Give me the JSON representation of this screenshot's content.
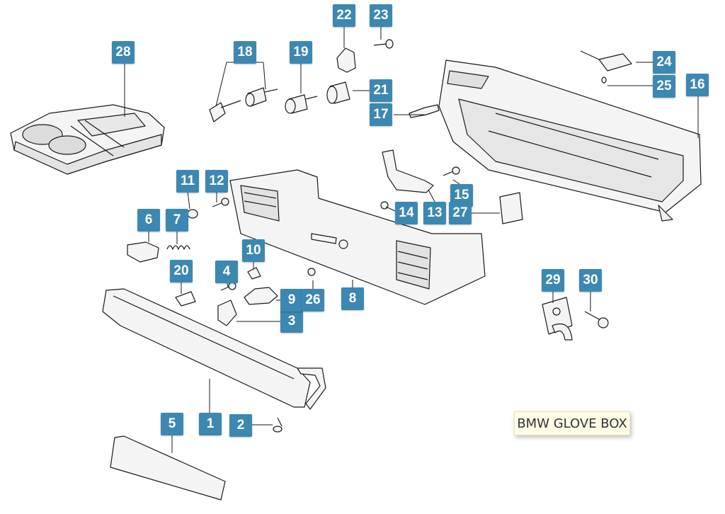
{
  "caption": "BMW GLOVE BOX",
  "colors": {
    "callout_bg": "#3d88b1",
    "callout_text": "#ffffff",
    "line_art": "#1a1a1a",
    "part_fill": "#f4f4f4",
    "caption_bg": "#fffde6"
  },
  "callouts": [
    "1",
    "2",
    "3",
    "4",
    "5",
    "6",
    "7",
    "8",
    "9",
    "10",
    "11",
    "12",
    "13",
    "14",
    "15",
    "16",
    "17",
    "18",
    "19",
    "20",
    "21",
    "22",
    "23",
    "24",
    "25",
    "26",
    "27",
    "28",
    "29",
    "30"
  ]
}
